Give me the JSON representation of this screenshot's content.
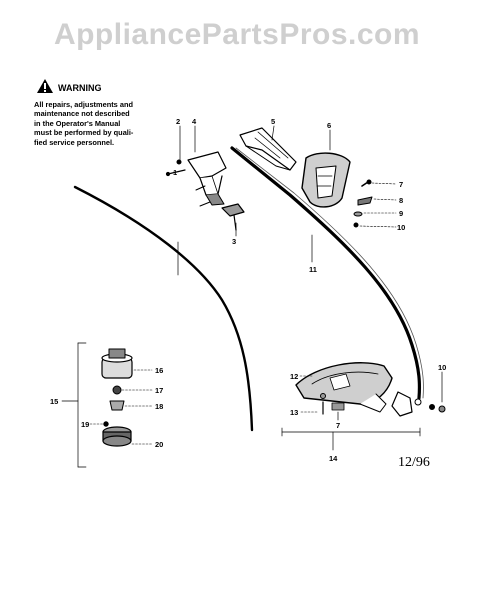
{
  "watermark": "AppliancePartsPros.com",
  "warning": {
    "title": "WARNING",
    "lines": [
      "All repairs, adjustments and",
      "maintenance not described",
      "in the Operator's Manual",
      "must be performed by quali-",
      "fied service personnel."
    ]
  },
  "revision_date": "12/96",
  "callouts": {
    "c1": "1",
    "c2": "2",
    "c3": "3",
    "c4": "4",
    "c5": "5",
    "c6": "6",
    "c7a": "7",
    "c7b": "7",
    "c8": "8",
    "c9": "9",
    "c10a": "10",
    "c10b": "10",
    "c11": "11",
    "c12": "12",
    "c13": "13",
    "c14": "14",
    "c15": "15",
    "c16": "16",
    "c17": "17",
    "c18": "18",
    "c19": "19",
    "c20": "20"
  },
  "colors": {
    "ink": "#000000",
    "watermark": "#cfcfcf",
    "background": "#ffffff"
  }
}
